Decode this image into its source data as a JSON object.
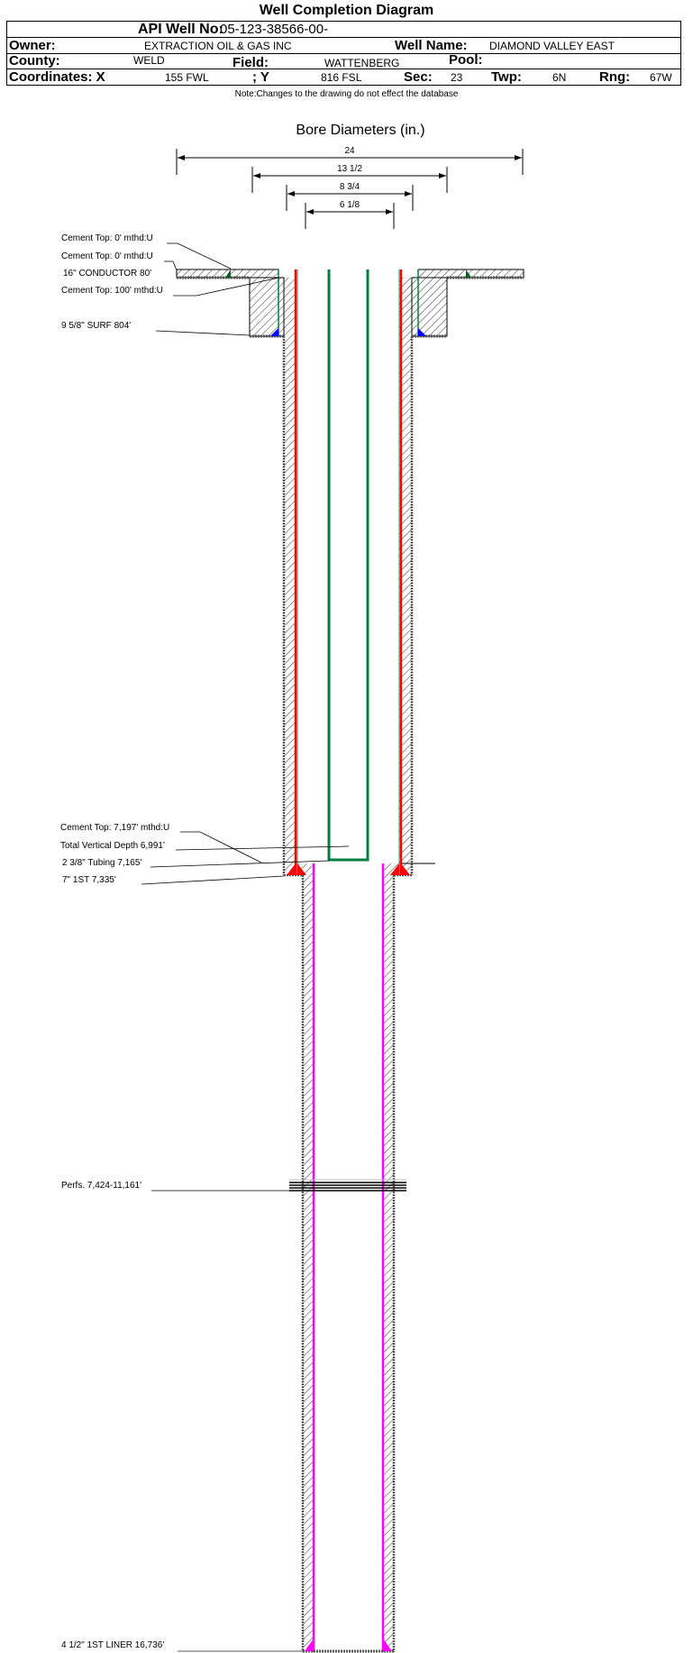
{
  "header": {
    "title": "Well Completion Diagram",
    "api_label": "API Well No:",
    "api_value": "05-123-38566-00-",
    "owner_label": "Owner:",
    "owner_value": "EXTRACTION OIL & GAS INC",
    "well_name_label": "Well Name:",
    "well_name_value": "DIAMOND VALLEY EAST",
    "county_label": "County:",
    "county_value": "WELD",
    "field_label": "Field:",
    "field_value": "WATTENBERG",
    "pool_label": "Pool:",
    "coord_x_label": "Coordinates: X",
    "coord_x_value": "155 FWL",
    "coord_y_label": "; Y",
    "coord_y_value": "816 FSL",
    "sec_label": "Sec:",
    "sec_value": "23",
    "twp_label": "Twp:",
    "twp_value": "6N",
    "rng_label": "Rng:",
    "rng_value": "67W",
    "note": "Note:Changes to the drawing do not effect the database"
  },
  "diagram": {
    "bore_title": "Bore Diameters (in.)",
    "diameters": [
      "24",
      "13 1/2",
      "8 3/4",
      "6 1/8"
    ],
    "labels": {
      "cement_top_1": "Cement Top: 0' mthd:U",
      "cement_top_2": "Cement Top: 0' mthd:U",
      "conductor": "16\" CONDUCTOR  80'",
      "cement_top_3": "Cement Top: 100' mthd:U",
      "surf": "9 5/8\" SURF       804'",
      "cement_top_4": "Cement Top: 7,197' mthd:U",
      "tvd": "Total Vertical Depth 6,991'",
      "tubing": "2 3/8\" Tubing 7,165'",
      "first": "7\" 1ST       7,335'",
      "perfs": "Perfs. 7,424-11,161'",
      "liner": "4 1/2\" 1ST LINER  16,736'"
    },
    "colors": {
      "casing": "#ff0000",
      "cement_line": "#008040",
      "tubing": "#008040",
      "liner": "#ff00ff",
      "cement_surf": "#0000ff"
    }
  }
}
